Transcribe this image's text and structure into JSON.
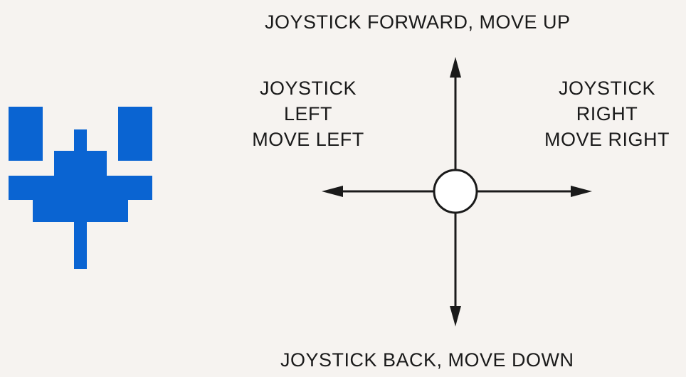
{
  "labels": {
    "forward": "JOYSTICK FORWARD, MOVE UP",
    "back": "JOYSTICK BACK, MOVE DOWN",
    "left": [
      "JOYSTICK",
      "LEFT",
      "MOVE LEFT"
    ],
    "right": [
      "JOYSTICK",
      "RIGHT",
      "MOVE RIGHT"
    ]
  },
  "colors": {
    "ship": "#0a64d2",
    "lines": "#1a1a1a",
    "background": "#f6f3f0"
  },
  "icons": {
    "sprite": "player-ship-icon",
    "pivot": "joystick-pivot-circle"
  }
}
